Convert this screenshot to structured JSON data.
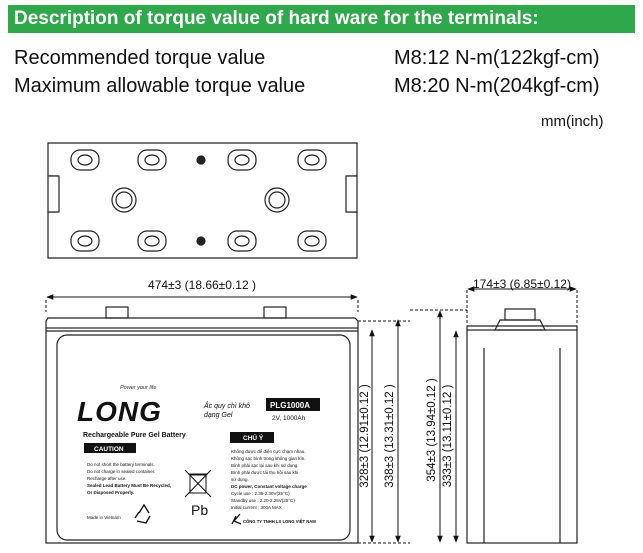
{
  "banner": {
    "title": "Description of torque value of hard ware for the terminals:"
  },
  "specs": [
    {
      "label": "Recommended torque value",
      "value": "M8:12 N-m(122kgf-cm)"
    },
    {
      "label": "Maximum allowable torque value",
      "value": "M8:20 N-m(204kgf-cm)"
    }
  ],
  "units_note": "mm(inch)",
  "dimensions": {
    "length": "474±3 (18.66±0.12 )",
    "width": "174±3 (6.85±0.12)",
    "front_height_a": "328±3 (12.91±0.12 )",
    "front_height_b": "338±3 (13.31±0.12 )",
    "side_height_a": "354±3 (13.94±0.12 )",
    "side_height_b": "333±3 (13.11±0.12 )"
  },
  "label": {
    "tagline": "Power your life",
    "brand": "LONG",
    "vn_title_1": "Ắc quy chì khô",
    "vn_title_2": "dạng Gel",
    "model": "PLG1000A",
    "rating": "2V, 1000Ah",
    "product_line": "Rechargeable Pure Gel Battery",
    "caution_title": "CAUTION",
    "caution_items": [
      "Do not short the battery terminals.",
      "Do not charge in sealed container.",
      "Recharge after use.",
      "Sealed Lead Battery Must Be Recycled,",
      "Or Disposed Properly."
    ],
    "chu_y_title": "CHÚ Ý",
    "vn_items": [
      "Không được để điện cực chạm nhau.",
      "Không sạc bình trong không gian kín.",
      "Bình phải sạc lại sau khi sử dụng.",
      "Bình phải được tái thu hồi sau khi",
      "sử dụng."
    ],
    "dc_power": "DC power, Constant voltage charge",
    "cycle_use": "Cycle  use  : 2.35-2.30V(25°C)",
    "standby_use": "Standby use : 2.20-2.25V(25°C)",
    "initial_current": "Initial current : 300A MAX",
    "made_in": "Made in Vietnam",
    "pb": "Pb",
    "company": "CÔNG TY TNHH LS LONG VIỆT NAM"
  }
}
